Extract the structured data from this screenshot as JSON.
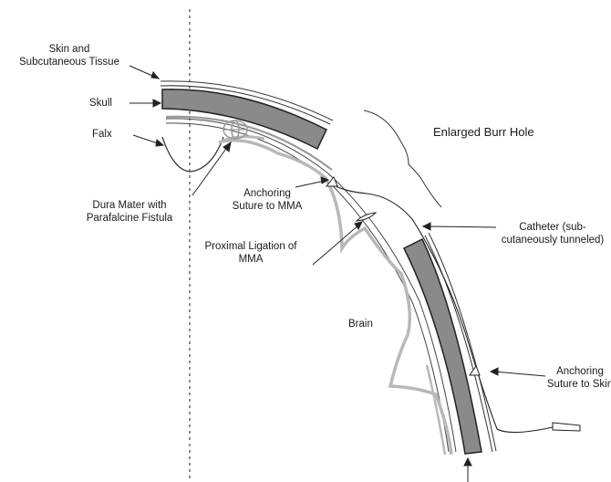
{
  "labels": {
    "skin_and_subcutaneous": [
      "Skin and",
      "Subcutaneous Tissue"
    ],
    "skull": "Skull",
    "falx": "Falx",
    "dura_mater": [
      "Dura Mater with",
      "Parafalcine Fistula"
    ],
    "anchoring_suture_mma": [
      "Anchoring",
      "Suture to MMA"
    ],
    "enlarged_burr_hole": "Enlarged Burr Hole",
    "catheter": [
      "Catheter (sub-",
      "cutaneously tunneled)"
    ],
    "proximal_ligation": [
      "Proximal Ligation of",
      "MMA"
    ],
    "brain": "Brain",
    "anchoring_suture_skin": [
      "Anchoring",
      "Suture to Skin"
    ]
  },
  "colors": {
    "line": "#222222",
    "skull_fill": "#8a8a8a",
    "brain_outline": "#b8b8b8",
    "dura": "#9a9a9a"
  }
}
